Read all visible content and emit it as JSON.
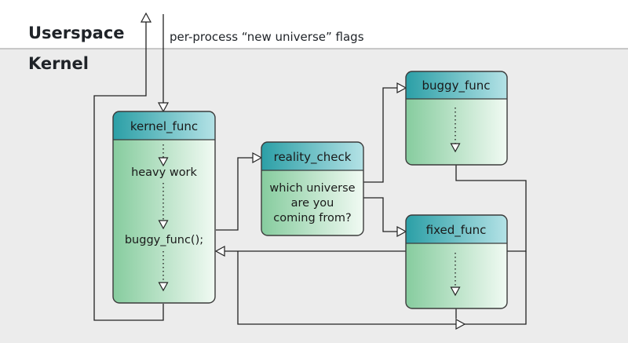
{
  "zones": {
    "userspace": "Userspace",
    "kernel": "Kernel"
  },
  "flags_label": "per-process “new universe” flags",
  "kernel_func": {
    "title": "kernel_func",
    "step1": "heavy work",
    "step2": "buggy_func();"
  },
  "reality_check": {
    "title": "reality_check",
    "line1": "which universe",
    "line2": "are you",
    "line3": "coming from?"
  },
  "buggy_func": {
    "title": "buggy_func"
  },
  "fixed_func": {
    "title": "fixed_func"
  },
  "colors": {
    "header_teal": "#2fa3aa",
    "body_green": "#8fd0a6",
    "kernel_band": "#ececec"
  }
}
